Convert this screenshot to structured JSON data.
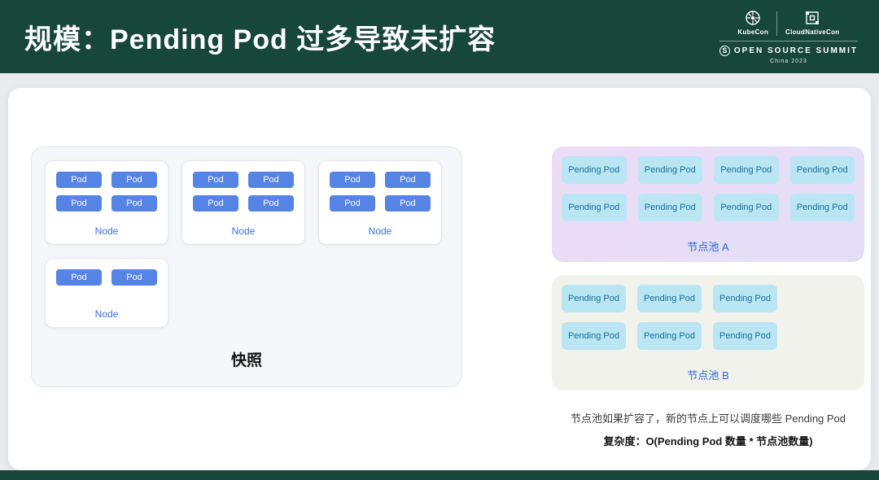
{
  "header": {
    "title": "规模：Pending Pod 过多导致未扩容",
    "logos": {
      "kubecon": "KubeCon",
      "cloudnativecon": "CloudNativeCon",
      "summit": "OPEN SOURCE SUMMIT",
      "china": "China 2023"
    }
  },
  "snapshot": {
    "label": "快照",
    "pod_label": "Pod",
    "node_label": "Node",
    "nodes": [
      {
        "pods": 4
      },
      {
        "pods": 4
      },
      {
        "pods": 4
      },
      {
        "pods": 2
      }
    ]
  },
  "pools": [
    {
      "name": "节点池 A",
      "chip": "Pending Pod",
      "chips": 8,
      "columns": 4
    },
    {
      "name": "节点池 B",
      "chip": "Pending Pod",
      "chips": 6,
      "columns": 3
    }
  ],
  "notes": {
    "line1": "节点池如果扩容了，新的节点上可以调度哪些 Pending Pod",
    "line2": "复杂度：O(Pending Pod 数量 * 节点池数量)"
  },
  "colors": {
    "header_green": "#17463a",
    "pod_blue": "#5584e4",
    "pending_cyan": "#b9e6f2",
    "pending_text": "#186e99",
    "pool_a_lavender": "#e8dcf7",
    "pool_b_gray": "#f1f2ec",
    "label_blue": "#2b66d9"
  }
}
